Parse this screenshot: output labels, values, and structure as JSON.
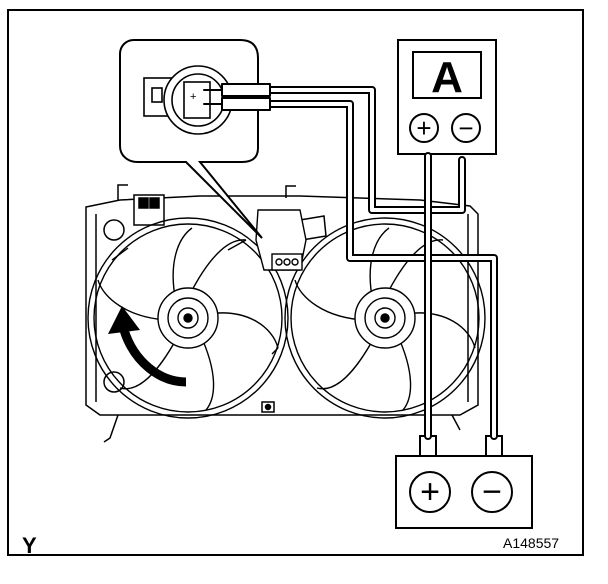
{
  "diagram": {
    "ammeter_symbol": "A",
    "positive_symbol": "+",
    "negative_symbol": "−",
    "corner_mark": "Y",
    "figure_id": "A148557",
    "icons": [
      "ammeter-icon",
      "battery-icon",
      "fan-motor-connector-icon",
      "rotation-arrow-icon"
    ]
  }
}
